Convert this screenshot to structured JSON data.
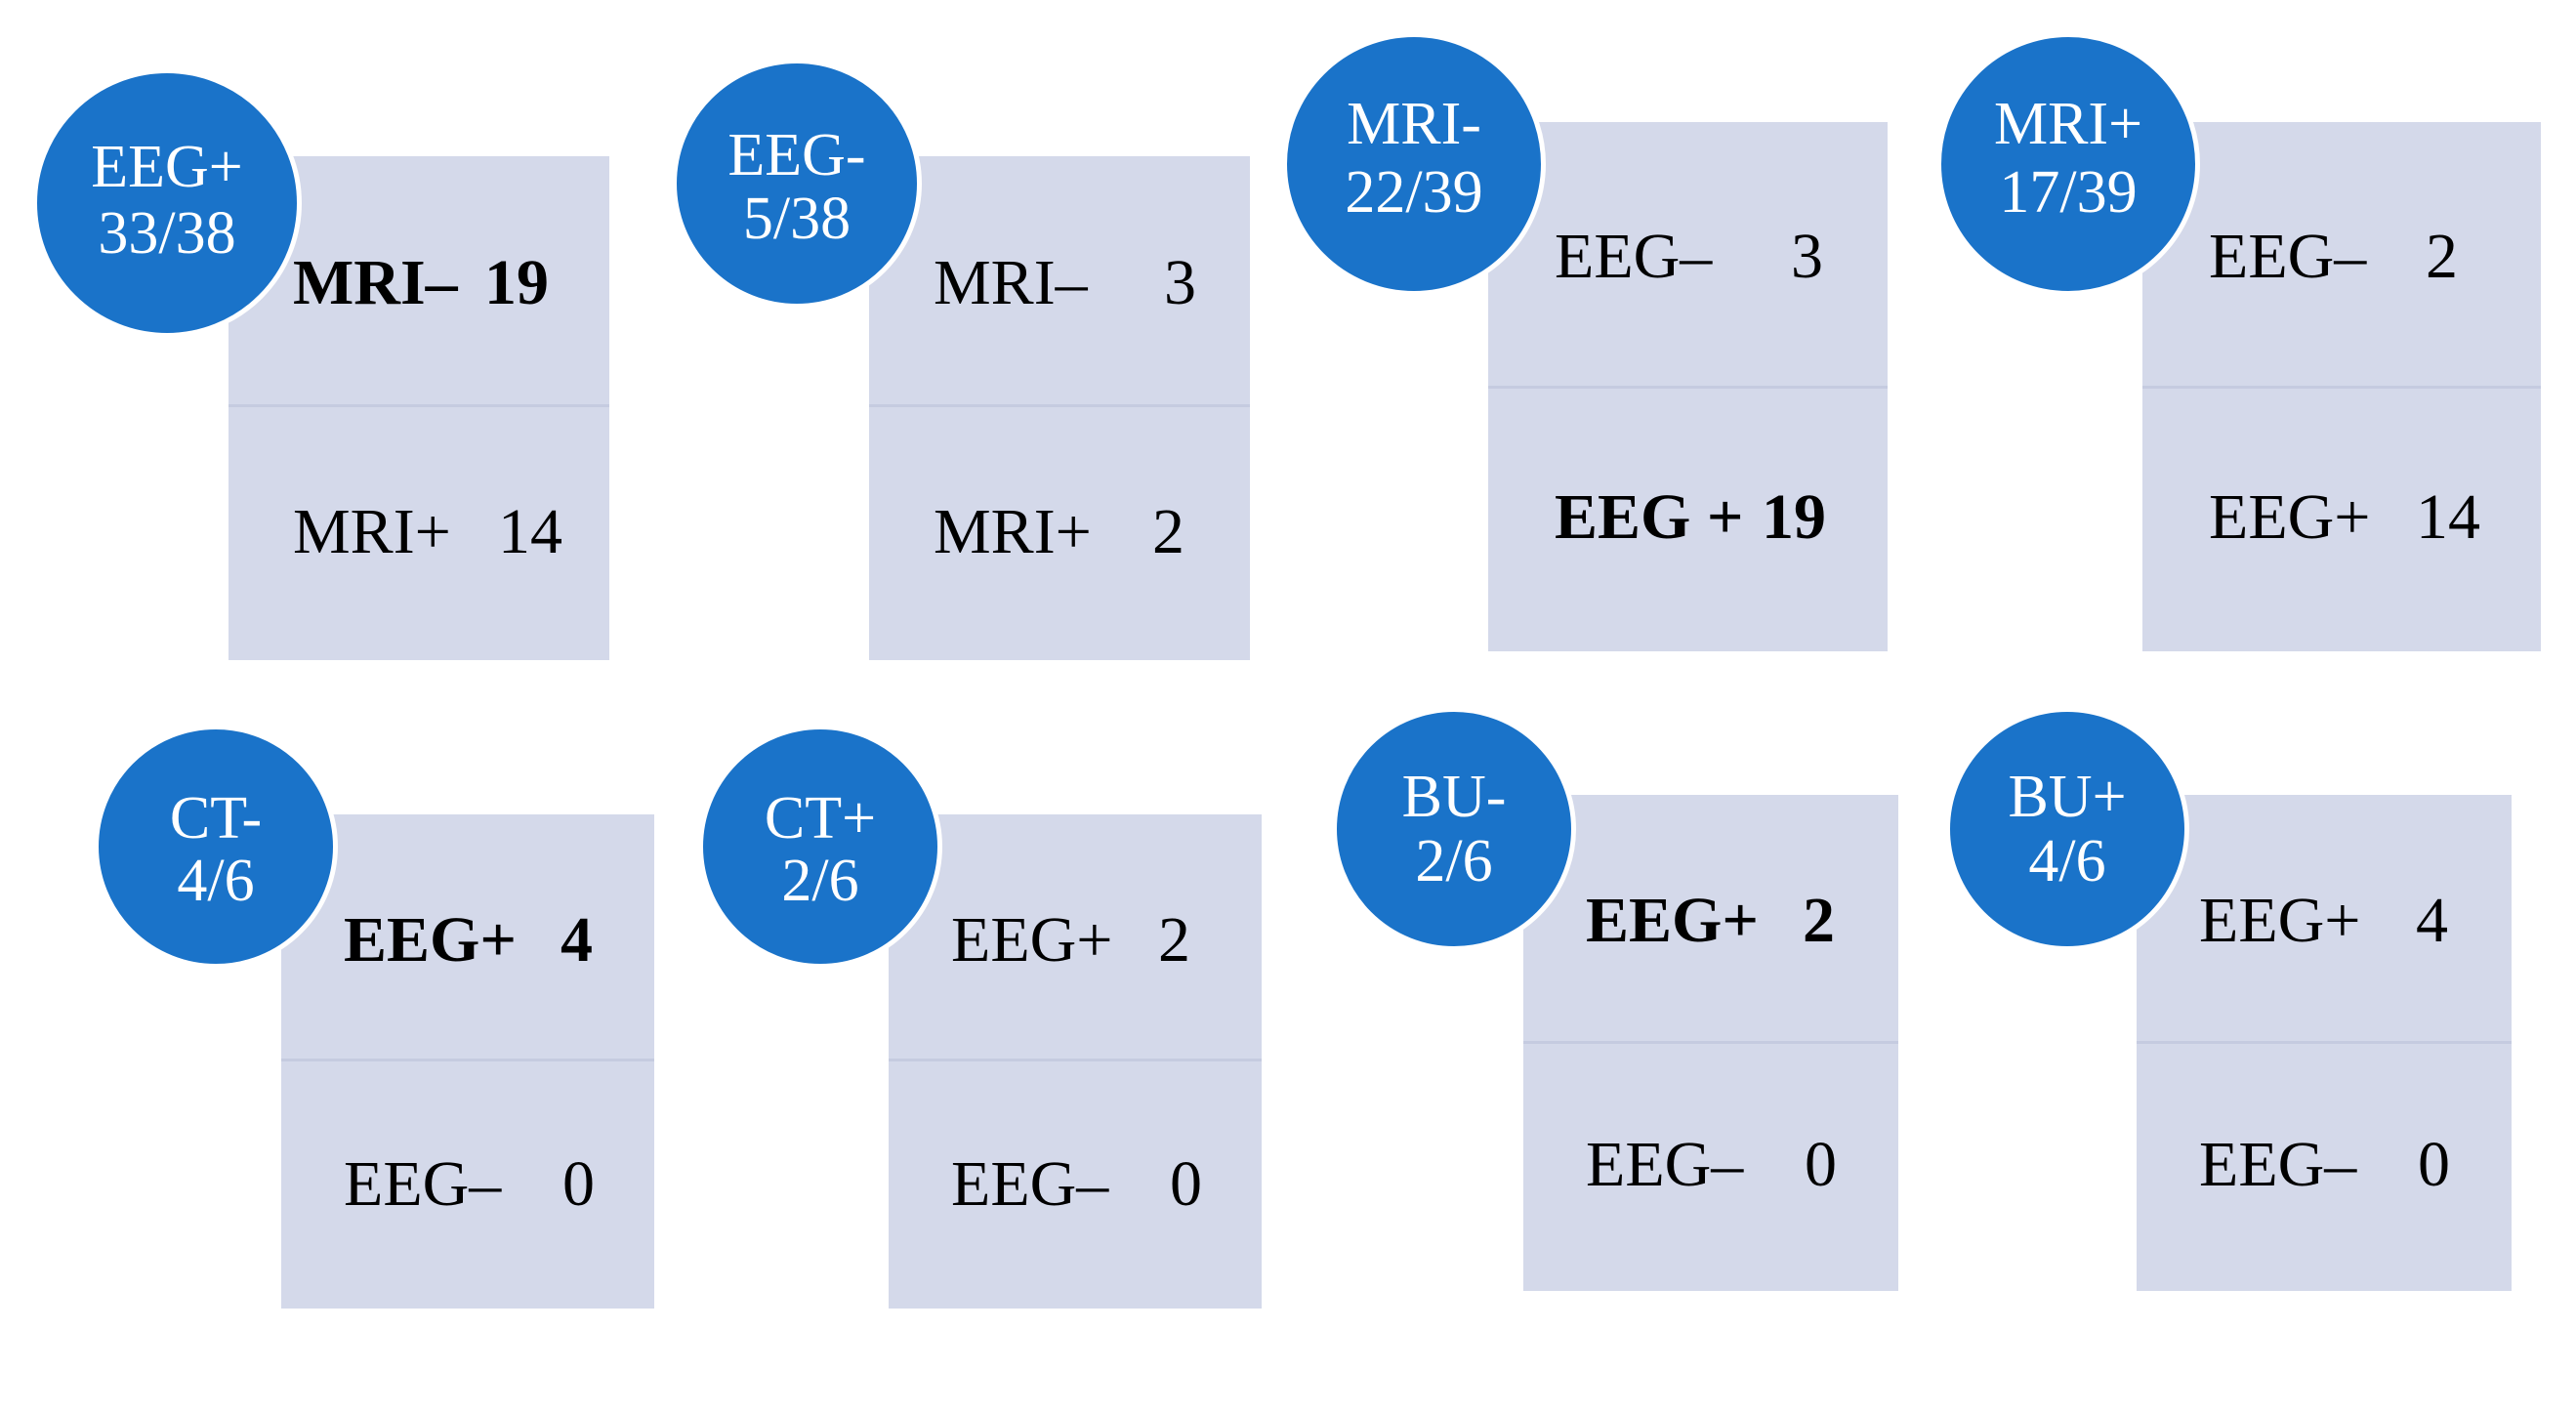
{
  "panels": [
    {
      "badge": {
        "title": "EEG+",
        "fraction": "33/38"
      },
      "rows": [
        {
          "label": "MRI–",
          "value": "19",
          "bold": true
        },
        {
          "label": "MRI+",
          "value": "14",
          "bold": false
        }
      ]
    },
    {
      "badge": {
        "title": "EEG-",
        "fraction": "5/38"
      },
      "rows": [
        {
          "label": "MRI–",
          "value": "3",
          "bold": false
        },
        {
          "label": "MRI+",
          "value": "2",
          "bold": false
        }
      ]
    },
    {
      "badge": {
        "title": "MRI-",
        "fraction": "22/39"
      },
      "rows": [
        {
          "label": "EEG–",
          "value": "3",
          "bold": false
        },
        {
          "label": "EEG +",
          "value": "19",
          "bold": true
        }
      ]
    },
    {
      "badge": {
        "title": "MRI+",
        "fraction": "17/39"
      },
      "rows": [
        {
          "label": "EEG–",
          "value": "2",
          "bold": false
        },
        {
          "label": "EEG+",
          "value": "14",
          "bold": false
        }
      ]
    },
    {
      "badge": {
        "title": "CT-",
        "fraction": "4/6"
      },
      "rows": [
        {
          "label": "EEG+",
          "value": "4",
          "bold": true
        },
        {
          "label": "EEG–",
          "value": "0",
          "bold": false
        }
      ]
    },
    {
      "badge": {
        "title": "CT+",
        "fraction": "2/6"
      },
      "rows": [
        {
          "label": "EEG+",
          "value": "2",
          "bold": false
        },
        {
          "label": "EEG–",
          "value": "0",
          "bold": false
        }
      ]
    },
    {
      "badge": {
        "title": "BU-",
        "fraction": "2/6"
      },
      "rows": [
        {
          "label": "EEG+",
          "value": "2",
          "bold": true
        },
        {
          "label": "EEG–",
          "value": "0",
          "bold": false
        }
      ]
    },
    {
      "badge": {
        "title": "BU+",
        "fraction": "4/6"
      },
      "rows": [
        {
          "label": "EEG+",
          "value": "4",
          "bold": false
        },
        {
          "label": "EEG–",
          "value": "0",
          "bold": false
        }
      ]
    }
  ],
  "colors": {
    "badge_fill": "#1a73c9",
    "badge_text": "#ffffff",
    "card_fill": "#d4d9ea",
    "card_divider": "#c5cbe0",
    "text": "#000000"
  }
}
